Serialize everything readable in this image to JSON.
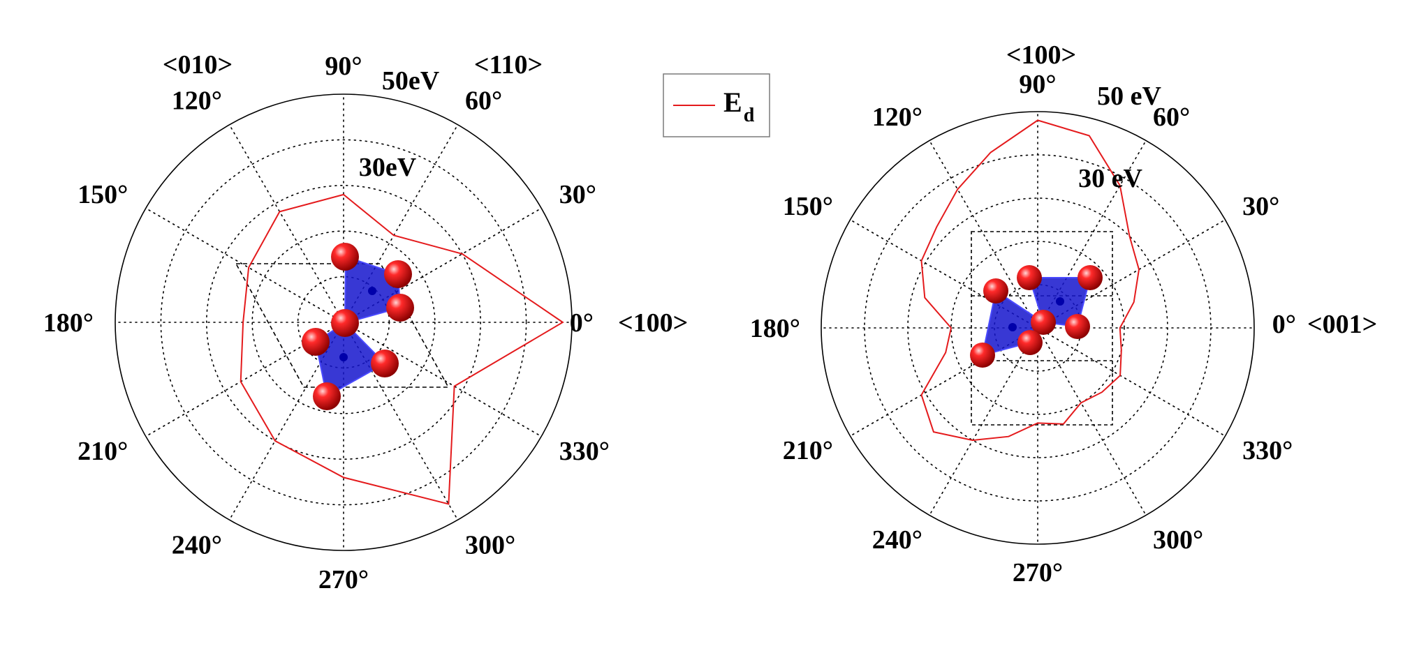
{
  "legend": {
    "label": "E",
    "subscript": "d",
    "color": "#e41a1c"
  },
  "colors": {
    "series": "#e41a1c",
    "atom": "#e00000",
    "tetra": "#1515cc",
    "frame": "#000000"
  },
  "chart_data": [
    {
      "type": "polar",
      "angle_unit": "deg",
      "angle_labels": [
        "0°",
        "30°",
        "60°",
        "90°",
        "120°",
        "150°",
        "180°",
        "210°",
        "240°",
        "270°",
        "300°",
        "330°"
      ],
      "radial_labels": [
        {
          "text": "30eV",
          "value": 30
        },
        {
          "text": "50eV",
          "value": 50
        }
      ],
      "direction_labels": [
        {
          "text": "<100>",
          "angle": 0
        },
        {
          "text": "<110>",
          "angle": 60
        },
        {
          "text": "<010>",
          "angle": 120
        }
      ],
      "rlim": [
        0,
        50
      ],
      "grid": true,
      "series": [
        {
          "name": "E",
          "theta": [
            0,
            30,
            60,
            90,
            120,
            150,
            180,
            210,
            240,
            270,
            300,
            330
          ],
          "r": [
            48,
            30,
            22,
            28,
            28,
            24,
            22,
            26,
            30,
            34,
            46,
            28
          ]
        }
      ]
    },
    {
      "type": "polar",
      "angle_unit": "deg",
      "angle_labels": [
        "0°",
        "30°",
        "60°",
        "90°",
        "120°",
        "150°",
        "180°",
        "210°",
        "240°",
        "270°",
        "300°",
        "330°"
      ],
      "radial_labels": [
        {
          "text": "30 eV",
          "value": 30
        },
        {
          "text": "50 eV",
          "value": 50
        }
      ],
      "direction_labels": [
        {
          "text": "<001>",
          "angle": 0
        },
        {
          "text": "<100>",
          "angle": 90
        }
      ],
      "rlim": [
        0,
        50
      ],
      "grid": true,
      "series": [
        {
          "name": "E",
          "theta": [
            0,
            15,
            30,
            45,
            60,
            75,
            90,
            105,
            120,
            135,
            150,
            165,
            180,
            195,
            210,
            225,
            240,
            255,
            270,
            285,
            300,
            315,
            330,
            345
          ],
          "r": [
            19,
            23,
            27,
            30,
            38,
            46,
            48,
            42,
            37,
            33,
            31,
            27,
            20,
            22,
            31,
            34,
            30,
            26,
            22,
            23,
            20,
            21,
            22,
            20
          ]
        }
      ]
    }
  ]
}
